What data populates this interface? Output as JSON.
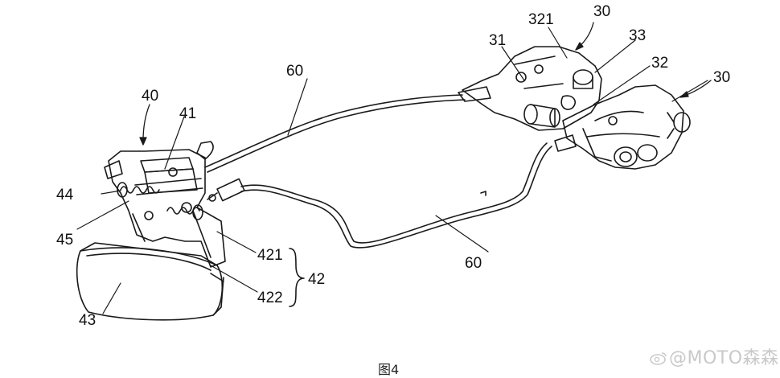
{
  "labels": {
    "l30a": "30",
    "l321": "321",
    "l31": "31",
    "l33": "33",
    "l32": "32",
    "l30b": "30",
    "l60a": "60",
    "l60b": "60",
    "l40": "40",
    "l41": "41",
    "l44": "44",
    "l45": "45",
    "l421": "421",
    "l422": "422",
    "l42": "42",
    "l43": "43"
  },
  "caption": "图4",
  "watermark": "@MOTO森森"
}
